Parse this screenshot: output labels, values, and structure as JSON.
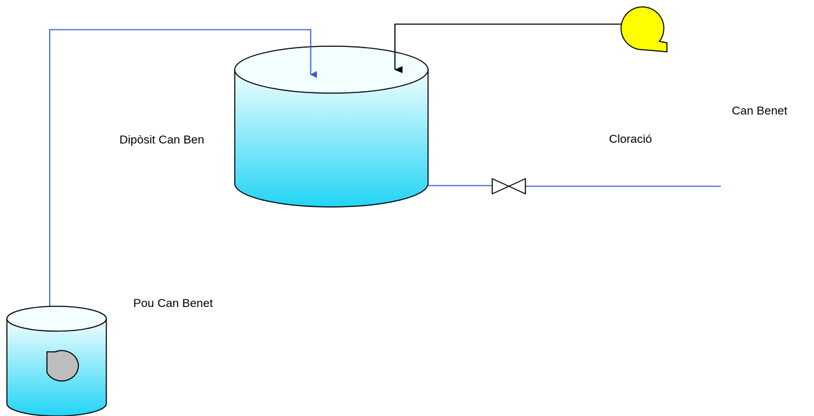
{
  "labels": {
    "main_tank": "Dipòsit Can Ben",
    "chlorination": "Cloració",
    "destination": "Can Benet",
    "well": "Pou Can Benet"
  },
  "colors": {
    "water_pipe": "#3b5bdb",
    "dosing_line": "#000000",
    "tank_top": "#f2feff",
    "tank_bottom": "#22d4f5",
    "pump_body": "#ffff00",
    "submersible_pump": "#bdbdbd"
  },
  "icons": {
    "dosing_pump": "centrifugal-pump-icon",
    "valve": "gate-valve-icon",
    "well_pump": "submersible-pump-icon"
  }
}
